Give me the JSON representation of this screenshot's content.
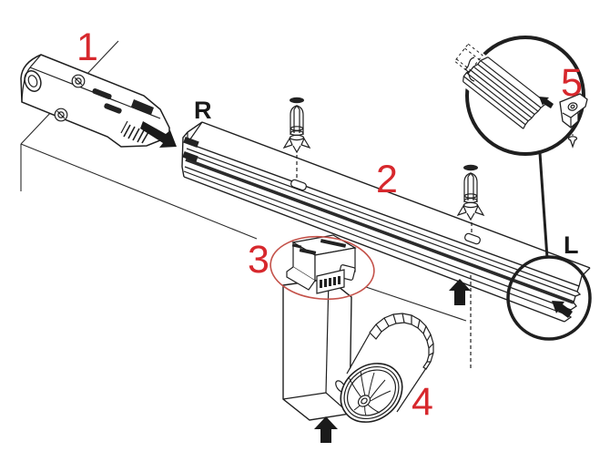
{
  "labels": {
    "part1": "1",
    "part2": "2",
    "part3": "3",
    "part4": "4",
    "part5": "5",
    "track_right_end": "R",
    "track_left_end": "L"
  },
  "parts": [
    {
      "label": "1",
      "icon": "power-feed-connector"
    },
    {
      "label": "2",
      "icon": "track-rail"
    },
    {
      "label": "3",
      "icon": "track-adapter"
    },
    {
      "label": "4",
      "icon": "spotlight-fixture"
    },
    {
      "label": "5",
      "icon": "mounting-bracket-detail"
    }
  ],
  "colors": {
    "label_red": "#d7282d",
    "highlight_ellipse_red": "#c4524a",
    "line_black": "#1f1f1f"
  }
}
